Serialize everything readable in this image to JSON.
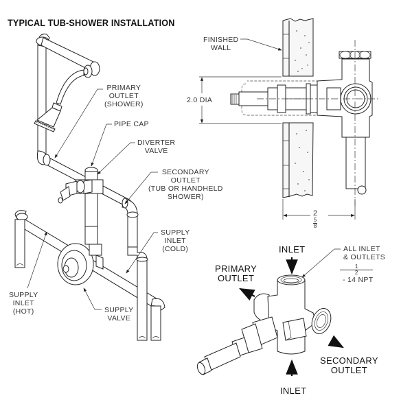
{
  "title": "TYPICAL TUB-SHOWER INSTALLATION",
  "installation_labels": {
    "primary_outlet": [
      "PRIMARY",
      "OUTLET",
      "(SHOWER)"
    ],
    "pipe_cap": [
      "PIPE CAP"
    ],
    "diverter_valve": [
      "DIVERTER",
      "VALVE"
    ],
    "secondary_outlet": [
      "SECONDARY",
      "OUTLET",
      "(TUB OR HANDHELD",
      "SHOWER)"
    ],
    "supply_inlet_cold": [
      "SUPPLY",
      "INLET",
      "(COLD)"
    ],
    "supply_inlet_hot": [
      "SUPPLY",
      "INLET",
      "(HOT)"
    ],
    "supply_valve": [
      "SUPPLY",
      "VALVE"
    ]
  },
  "section_view": {
    "finished_wall": [
      "FINISHED",
      "WALL"
    ],
    "diameter_dim": "2.0 DIA",
    "depth_dim_whole": "2",
    "depth_dim_num": "5",
    "depth_dim_den": "8"
  },
  "valve_detail": {
    "inlet_top": "INLET",
    "inlet_bottom": "INLET",
    "primary_outlet": [
      "PRIMARY",
      "OUTLET"
    ],
    "secondary_outlet": [
      "SECONDARY",
      "OUTLET"
    ],
    "thread_note": [
      "ALL INLET",
      "& OUTLETS"
    ],
    "thread_num": "1",
    "thread_den": "2",
    "thread_spec": "- 14 NPT"
  }
}
